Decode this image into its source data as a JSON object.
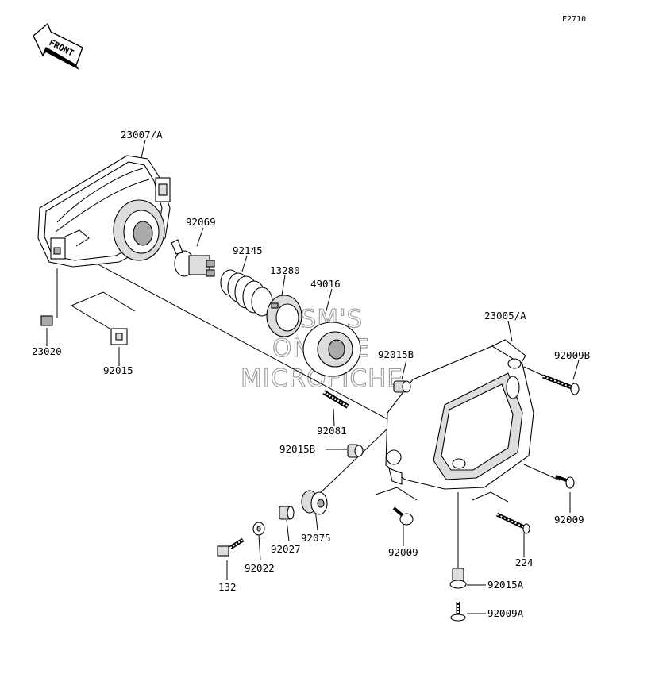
{
  "figure_code": "F2710",
  "front_arrow_text": "FRONT",
  "watermark": [
    "HLSM'S",
    "ONLINE",
    "MICROFICHE"
  ],
  "labels": {
    "p23007A": "23007/A",
    "p92069": "92069",
    "p92145": "92145",
    "p13280": "13280",
    "p49016": "49016",
    "p23005A": "23005/A",
    "p92015B_a": "92015B",
    "p92009B": "92009B",
    "p23020": "23020",
    "p92015": "92015",
    "p92081": "92081",
    "p92015B_b": "92015B",
    "p92009_r": "92009",
    "p92022": "92022",
    "p92027": "92027",
    "p92075": "92075",
    "p92009_b": "92009",
    "p224": "224",
    "p132": "132",
    "p92015A": "92015A",
    "p92009A": "92009A"
  }
}
